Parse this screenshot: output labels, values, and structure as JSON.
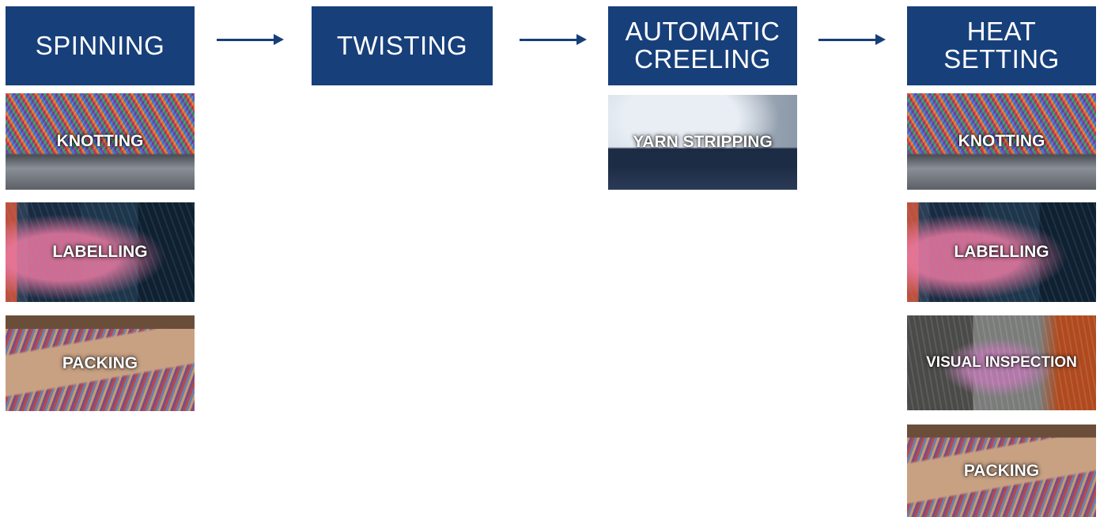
{
  "colors": {
    "stage_fill": "#173f7a",
    "arrow": "#173f7a",
    "label_text": "#ffffff"
  },
  "stages": [
    {
      "label": "SPINNING"
    },
    {
      "label": "TWISTING"
    },
    {
      "label": "AUTOMATIC\nCREELING"
    },
    {
      "label": "HEAT\nSETTING"
    }
  ],
  "spinning_steps": [
    "KNOTTING",
    "LABELLING",
    "PACKING"
  ],
  "creeling_steps": [
    "YARN STRIPPING"
  ],
  "heat_setting_steps": [
    "KNOTTING",
    "LABELLING",
    "VISUAL INSPECTION",
    "PACKING"
  ],
  "icons": [
    "arrow-right-icon"
  ]
}
